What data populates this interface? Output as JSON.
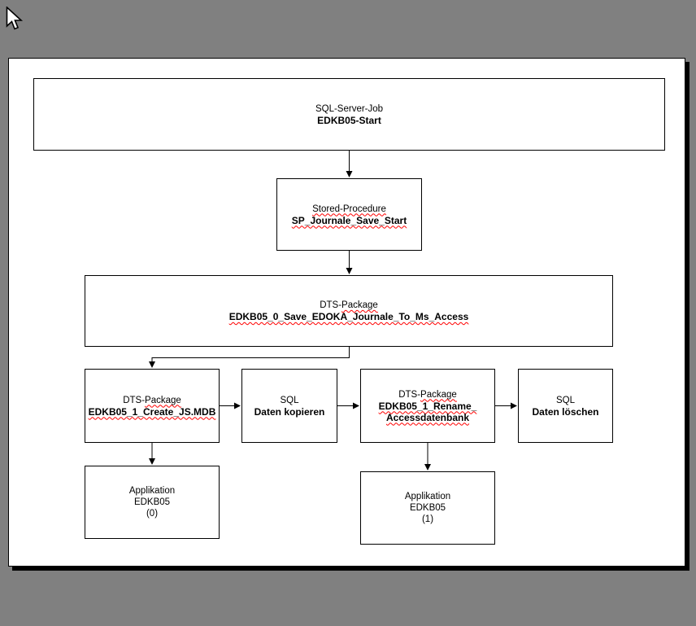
{
  "colors": {
    "desktop_background": "#808080",
    "page_background": "#ffffff",
    "box_border": "#000000",
    "connector": "#000000",
    "spellcheck_squiggle": "#ff0000",
    "page_shadow": "#000000"
  },
  "boxes": {
    "job": {
      "type_label": "SQL-Server-Job",
      "name": "EDKB05-Start"
    },
    "sp": {
      "type_label": "Stored-Procedure",
      "name": "SP_Journale_Save_Start"
    },
    "dts0": {
      "type_prefix": "DTS-",
      "type_wavy": "Package",
      "name": "EDKB05_0_Save_EDOKA_Journale_To_Ms_Access"
    },
    "dts1": {
      "type_prefix": "DTS-",
      "type_wavy": "Package",
      "name": "EDKB05_1_Create_JS.MDB"
    },
    "sql_copy": {
      "type_label": "SQL",
      "name": "Daten kopieren"
    },
    "dts2": {
      "type_prefix": "DTS-",
      "type_wavy": "Package",
      "name_line1": "EDKB05_1_Rename_",
      "name_line2": "Accessdatenbank"
    },
    "sql_delete": {
      "type_label": "SQL",
      "name": "Daten löschen"
    },
    "app0": {
      "line1": "Applikation",
      "line2": "EDKB05",
      "line3": "(0)"
    },
    "app1": {
      "line1": "Applikation",
      "line2": "EDKB05",
      "line3": "(1)"
    }
  }
}
